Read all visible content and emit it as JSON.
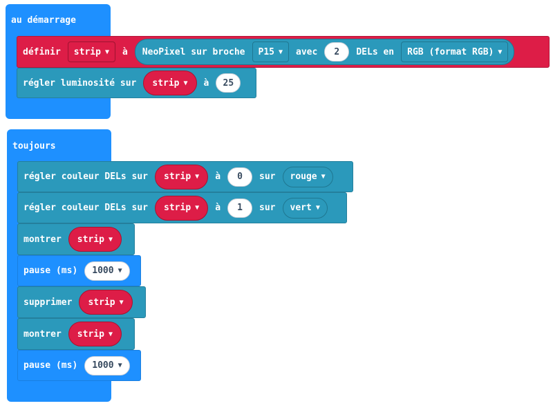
{
  "on_start": {
    "title": "au démarrage",
    "set_block": {
      "label": "définir",
      "var": "strip",
      "to_label": "à",
      "neopixel": {
        "label": "NeoPixel sur broche",
        "pin": "P15",
        "with_label": "avec",
        "count": "2",
        "leds_label": "DELs en",
        "mode": "RGB (format RGB)"
      }
    },
    "brightness_block": {
      "label": "régler luminosité sur",
      "var": "strip",
      "to_label": "à",
      "value": "25"
    }
  },
  "forever": {
    "title": "toujours",
    "pixel1": {
      "label": "régler couleur DELs sur",
      "var": "strip",
      "at_label": "à",
      "index": "0",
      "on_label": "sur",
      "color": "rouge"
    },
    "pixel2": {
      "label": "régler couleur DELs sur",
      "var": "strip",
      "at_label": "à",
      "index": "1",
      "on_label": "sur",
      "color": "vert"
    },
    "show1": {
      "label": "montrer",
      "var": "strip"
    },
    "pause1": {
      "label": "pause (ms)",
      "value": "1000"
    },
    "clear": {
      "label": "supprimer",
      "var": "strip"
    },
    "show2": {
      "label": "montrer",
      "var": "strip"
    },
    "pause2": {
      "label": "pause (ms)",
      "value": "1000"
    }
  },
  "colors": {
    "hat": "#1e90ff",
    "neopixel": "#2b99bb",
    "variable": "#dd1d47",
    "literal": "#ffffff"
  }
}
